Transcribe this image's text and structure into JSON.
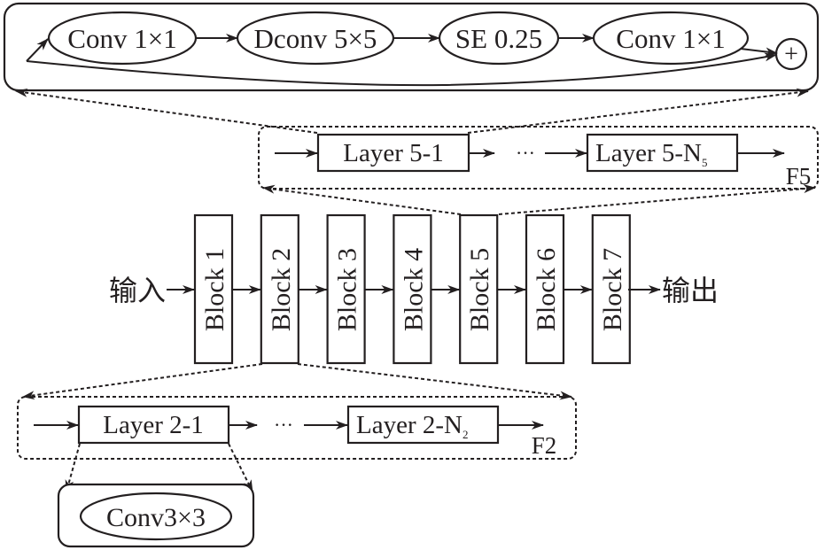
{
  "mbconv": {
    "nodes": [
      "Conv 1×1",
      "Dconv 5×5",
      "SE 0.25",
      "Conv 1×1"
    ],
    "sum_symbol": "+"
  },
  "stage5": {
    "first_layer": "Layer 5-1",
    "last_layer_base": "Layer 5-N",
    "last_layer_sub": "5",
    "ellipsis": "···",
    "label": "F5"
  },
  "backbone": {
    "input_label": "输入",
    "output_label": "输出",
    "blocks": [
      "Block 1",
      "Block 2",
      "Block 3",
      "Block 4",
      "Block 5",
      "Block 6",
      "Block 7"
    ]
  },
  "stage2": {
    "first_layer": "Layer 2-1",
    "last_layer_base": "Layer 2-N",
    "last_layer_sub": "2",
    "ellipsis": "···",
    "label": "F2"
  },
  "conv_block": {
    "node": "Conv3×3"
  }
}
